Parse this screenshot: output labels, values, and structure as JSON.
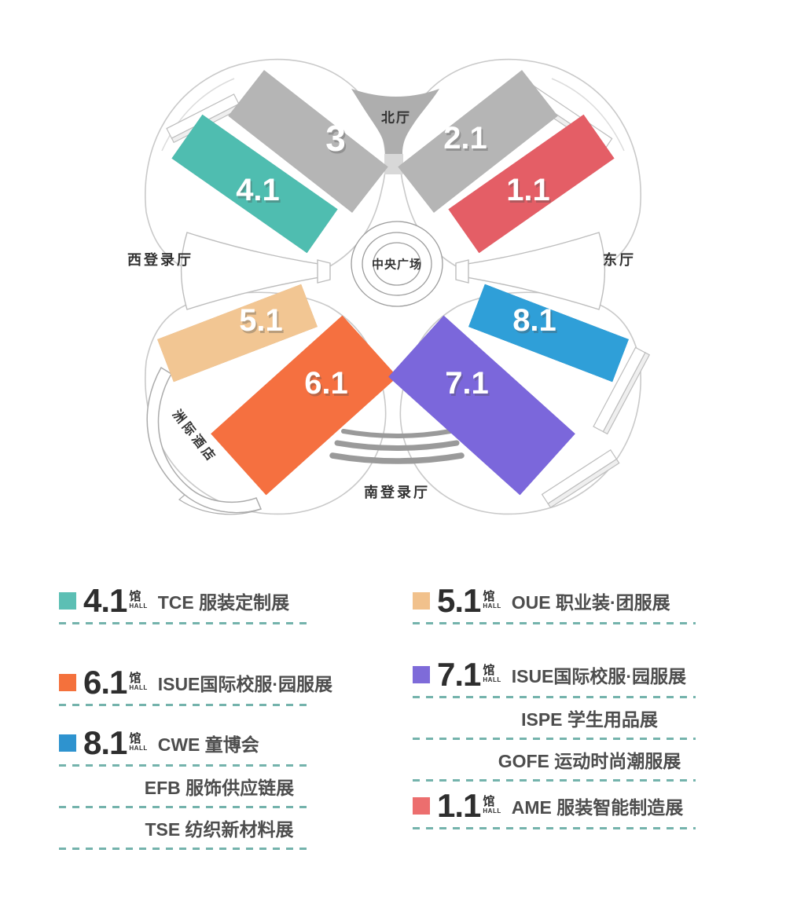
{
  "map": {
    "labels": {
      "north": "北厅",
      "west": "西登录厅",
      "east": "东厅",
      "south": "南登录厅",
      "plaza": "中央广场",
      "hotel": "洲际酒店"
    },
    "halls": [
      {
        "id": "3",
        "label": "3",
        "top_color": "#b5b5b5",
        "side_color": "#979797"
      },
      {
        "id": "2.1",
        "label": "2.1",
        "top_color": "#b5b5b5",
        "side_color": "#979797"
      },
      {
        "id": "4.1",
        "label": "4.1",
        "top_color": "#4fbdb0",
        "side_color": "#389a8d"
      },
      {
        "id": "1.1",
        "label": "1.1",
        "top_color": "#e45e66",
        "side_color": "#c4454f"
      },
      {
        "id": "5.1",
        "label": "5.1",
        "top_color": "#f2c693",
        "side_color": "#d8a26a"
      },
      {
        "id": "8.1",
        "label": "8.1",
        "top_color": "#2f9fd8",
        "side_color": "#1e7fb0"
      },
      {
        "id": "6.1",
        "label": "6.1",
        "top_color": "#f57040",
        "side_color": "#d6552b"
      },
      {
        "id": "7.1",
        "label": "7.1",
        "top_color": "#7b67db",
        "side_color": "#5d4bc2"
      }
    ],
    "outline_color": "#c9c9c9",
    "funnel_color": "#aeaeae",
    "label_color": "#333333"
  },
  "legend": {
    "dash_color": "#74b3ac",
    "hall_suffix": {
      "cn": "馆",
      "en": "HALL"
    },
    "columns": [
      {
        "items": [
          {
            "hall": "4.1",
            "color": "#5cbfb4",
            "lines": [
              "TCE 服装定制展"
            ]
          },
          {
            "hall": "6.1",
            "color": "#f4713c",
            "lines": [
              "ISUE国际校服·园服展"
            ]
          },
          {
            "hall": "8.1",
            "color": "#2e93cf",
            "lines": [
              "CWE 童博会",
              "EFB 服饰供应链展",
              "TSE 纺织新材料展"
            ]
          }
        ]
      },
      {
        "items": [
          {
            "hall": "5.1",
            "color": "#f1c18c",
            "lines": [
              "OUE 职业装·团服展"
            ]
          },
          {
            "hall": "7.1",
            "color": "#7e6bd9",
            "lines": [
              "ISUE国际校服·园服展",
              "ISPE 学生用品展",
              "GOFE 运动时尚潮服展"
            ]
          },
          {
            "hall": "1.1",
            "color": "#ec6e6e",
            "lines": [
              "AME 服装智能制造展"
            ]
          }
        ]
      }
    ]
  }
}
